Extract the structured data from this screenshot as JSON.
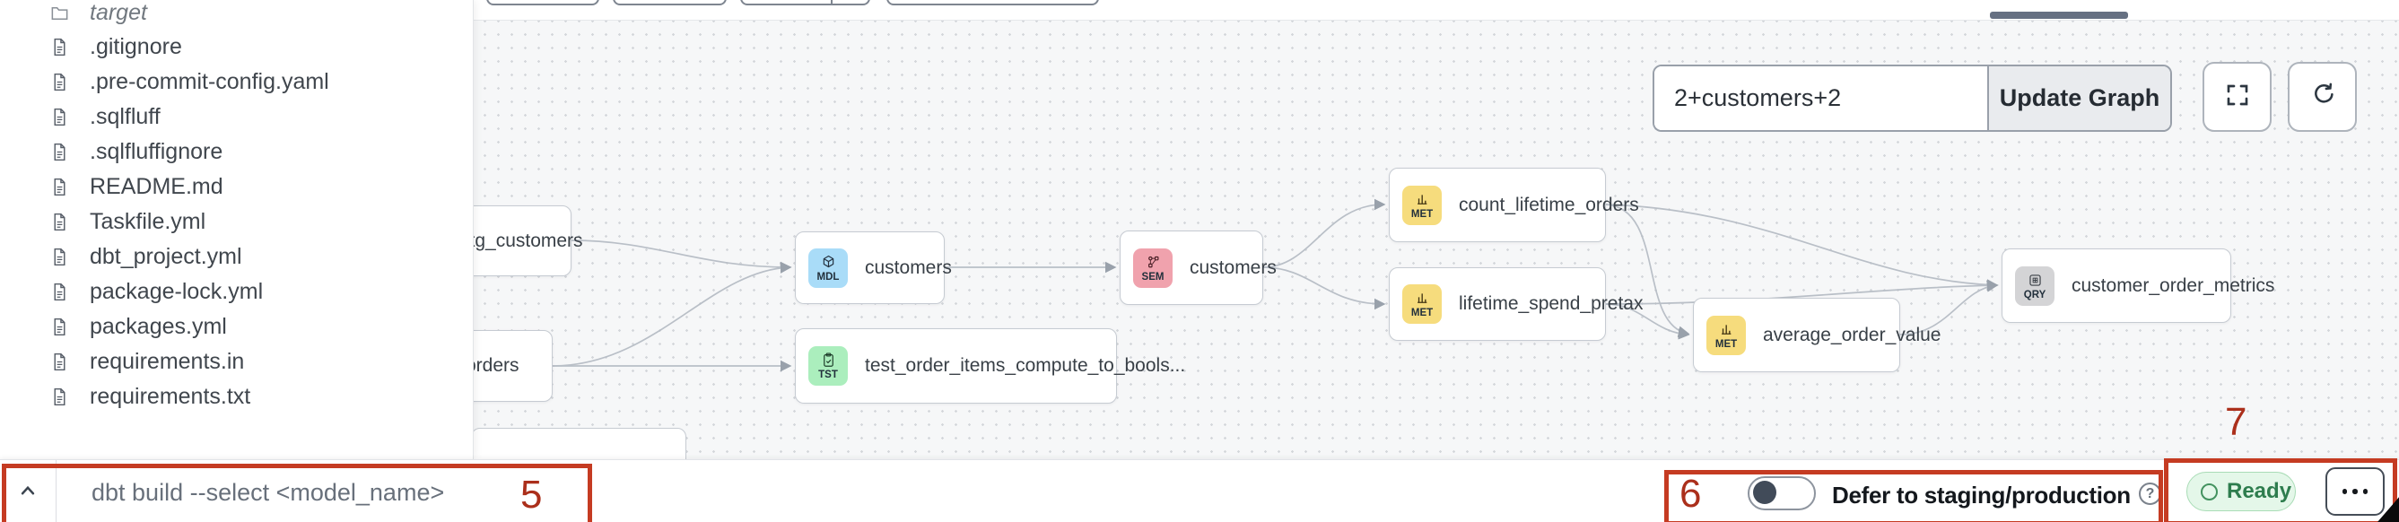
{
  "sidebar": {
    "folder_label": "target",
    "files": [
      ".gitignore",
      ".pre-commit-config.yaml",
      ".sqlfluff",
      ".sqlfluffignore",
      "README.md",
      "Taskfile.yml",
      "dbt_project.yml",
      "package-lock.yml",
      "packages.yml",
      "requirements.in",
      "requirements.txt"
    ]
  },
  "graph": {
    "selector_value": "2+customers+2",
    "update_button": "Update Graph",
    "nodes": [
      {
        "label": "stg_customers",
        "badge": null,
        "icon": null,
        "color": null
      },
      {
        "label": "orders",
        "badge": null,
        "icon": null,
        "color": null
      },
      {
        "label": "customers",
        "badge": "MDL",
        "icon": "model",
        "color": "#a9dcf8"
      },
      {
        "label": "test_order_items_compute_to_bools...",
        "badge": "TST",
        "icon": "test",
        "color": "#abeebd"
      },
      {
        "label": "customers",
        "badge": "SEM",
        "icon": "semantic-model",
        "color": "#f0a2ad"
      },
      {
        "label": "count_lifetime_orders",
        "badge": "MET",
        "icon": "metric",
        "color": "#f6dc7d"
      },
      {
        "label": "lifetime_spend_pretax",
        "badge": "MET",
        "icon": "metric",
        "color": "#f6dc7d"
      },
      {
        "label": "average_order_value",
        "badge": "MET",
        "icon": "metric",
        "color": "#f6dc7d"
      },
      {
        "label": "customer_order_metrics",
        "badge": "QRY",
        "icon": "saved-query",
        "color": "#d4d4d6"
      }
    ]
  },
  "bottombar": {
    "command_placeholder": "dbt build --select <model_name>",
    "defer_label": "Defer to staging/production",
    "ready_label": "Ready"
  },
  "annotations": {
    "n5": "5",
    "n6": "6",
    "n7": "7"
  },
  "icons": {
    "help": "?"
  },
  "colors": {
    "annotation_red": "#c53b22",
    "ready_green_bg": "#e4f7e9",
    "ready_green_text": "#2e7d4e",
    "edge_gray": "#b9bfc7"
  }
}
